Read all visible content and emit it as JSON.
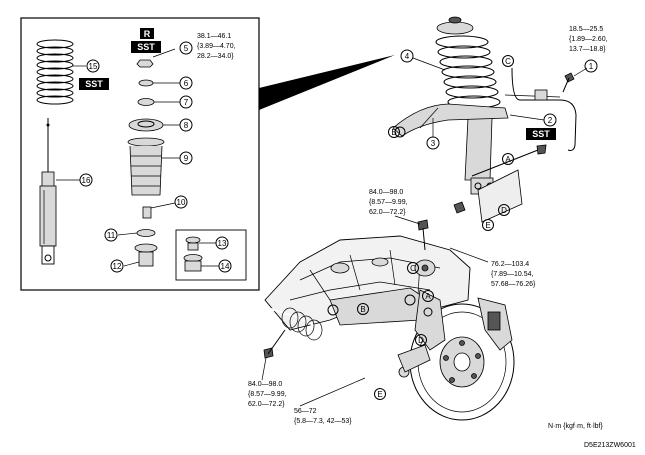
{
  "inset": {
    "sst_tag": "SST",
    "r_tag": "R",
    "sst_tag_top": "SST",
    "callouts": [
      "5",
      "6",
      "7",
      "8",
      "9",
      "10",
      "11",
      "12",
      "13",
      "14",
      "15",
      "16"
    ],
    "torque_5": [
      "38.1—46.1",
      "{3.89—4.70,",
      "28.2—34.0}"
    ]
  },
  "main": {
    "callouts": [
      "1",
      "2",
      "3",
      "4"
    ],
    "letters": [
      "A",
      "B",
      "C",
      "D",
      "E"
    ],
    "sst_tag": "SST",
    "torque_1": [
      "18.5—25.5",
      "{1.89—2.60,",
      "13.7—18.8}"
    ],
    "torque_upper": [
      "84.0—98.0",
      "{8.57—9.99,",
      "62.0—72.2}"
    ],
    "torque_right": [
      "76.2—103.4",
      "{7.89—10.54,",
      "57.68—76.26}"
    ],
    "torque_lower_left": [
      "84.0—98.0",
      "{8.57—9.99,",
      "62.0—72.2}"
    ],
    "torque_bottom": [
      "56—72",
      "{5.8—7.3, 42—53}"
    ],
    "units": "N·m {kgf·m, ft·lbf}",
    "figure_id": "D5E213ZW6001"
  }
}
